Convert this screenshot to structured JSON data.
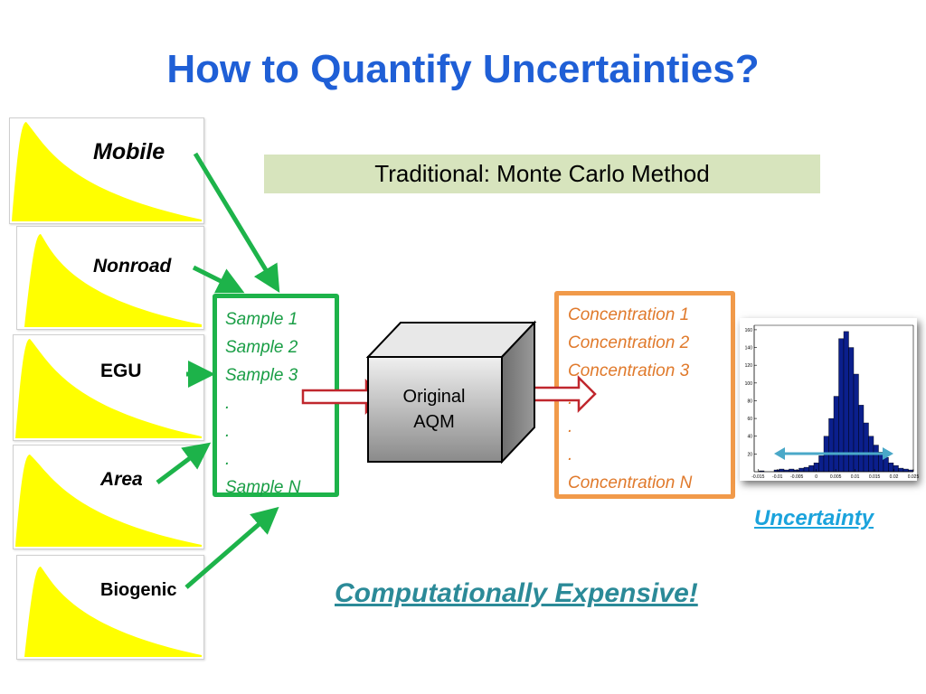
{
  "title": "How to Quantify Uncertainties?",
  "banner": "Traditional: Monte Carlo Method",
  "sources": [
    "Mobile",
    "Nonroad",
    "EGU",
    "Area",
    "Biogenic"
  ],
  "samples": [
    "Sample 1",
    "Sample 2",
    "Sample 3",
    ".",
    ".",
    ".",
    "Sample N"
  ],
  "model": {
    "line1": "Original",
    "line2": "AQM"
  },
  "concentrations": [
    "Concentration 1",
    "Concentration 2",
    "Concentration 3",
    ".",
    ".",
    ".",
    "Concentration N"
  ],
  "uncertainty_label": "Uncertainty ",
  "cost_note": "Computationally Expensive!",
  "histogram": {
    "x_ticks": [
      "-0.015",
      "-0.01",
      "-0.005",
      "0",
      "0.005",
      "0.01",
      "0.015",
      "0.02",
      "0.025"
    ],
    "y_ticks": [
      "20",
      "40",
      "60",
      "80",
      "100",
      "120",
      "140",
      "160"
    ],
    "bar_counts": [
      0,
      1,
      0,
      0,
      2,
      3,
      2,
      3,
      2,
      4,
      5,
      7,
      10,
      18,
      40,
      60,
      85,
      150,
      158,
      140,
      110,
      75,
      55,
      40,
      30,
      22,
      16,
      10,
      7,
      4,
      3,
      2
    ],
    "x_range": [
      -0.016,
      0.025
    ],
    "y_range": [
      0,
      165
    ]
  },
  "colors": {
    "title": "#1f5fd6",
    "pdf_fill": "#ffff00",
    "green_arrow": "#1db34a",
    "sample_border": "#1db34a",
    "concentration_border": "#f19a4a",
    "hollow_arrow": "#c0272d",
    "histogram_bar": "#0b1f8c",
    "uncertainty_arrow": "#4aa8c8"
  }
}
